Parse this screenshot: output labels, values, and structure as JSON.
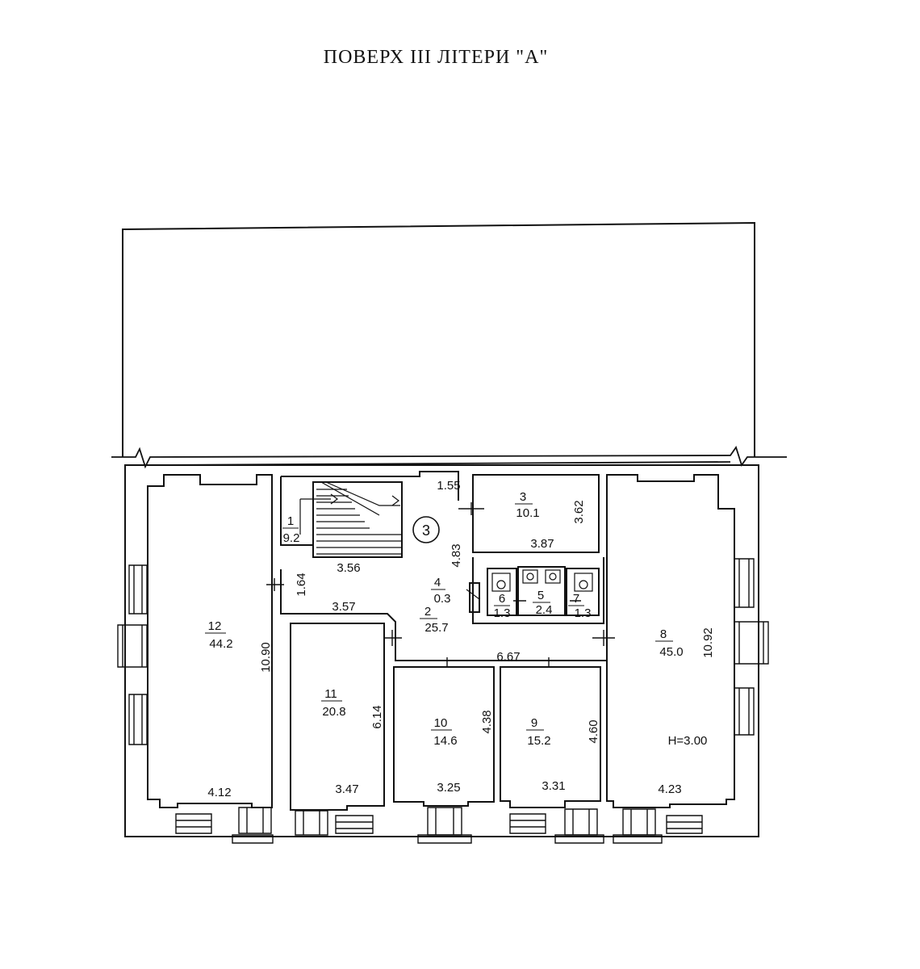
{
  "title": "ПОВЕРХ III ЛІТЕРИ \"А\"",
  "section_marker": "3",
  "height_note": "H=3.00",
  "rooms": [
    {
      "num": "1",
      "area": "9.2"
    },
    {
      "num": "2",
      "area": "25.7"
    },
    {
      "num": "3",
      "area": "10.1"
    },
    {
      "num": "4",
      "area": "0.3"
    },
    {
      "num": "5",
      "area": "2.4"
    },
    {
      "num": "6",
      "area": "1.3"
    },
    {
      "num": "7",
      "area": "1.3"
    },
    {
      "num": "8",
      "area": "45.0"
    },
    {
      "num": "9",
      "area": "15.2"
    },
    {
      "num": "10",
      "area": "14.6"
    },
    {
      "num": "11",
      "area": "20.8"
    },
    {
      "num": "12",
      "area": "44.2"
    }
  ],
  "dimensions": {
    "d_155": "1.55",
    "d_362": "3.62",
    "d_387": "3.87",
    "d_483": "4.83",
    "d_356": "3.56",
    "d_164": "1.64",
    "d_357": "3.57",
    "d_667": "6.67",
    "d_1090": "10.90",
    "d_1092": "10.92",
    "d_614": "6.14",
    "d_438": "4.38",
    "d_460": "4.60",
    "d_412": "4.12",
    "d_347": "3.47",
    "d_325": "3.25",
    "d_331": "3.31",
    "d_423": "4.23"
  }
}
